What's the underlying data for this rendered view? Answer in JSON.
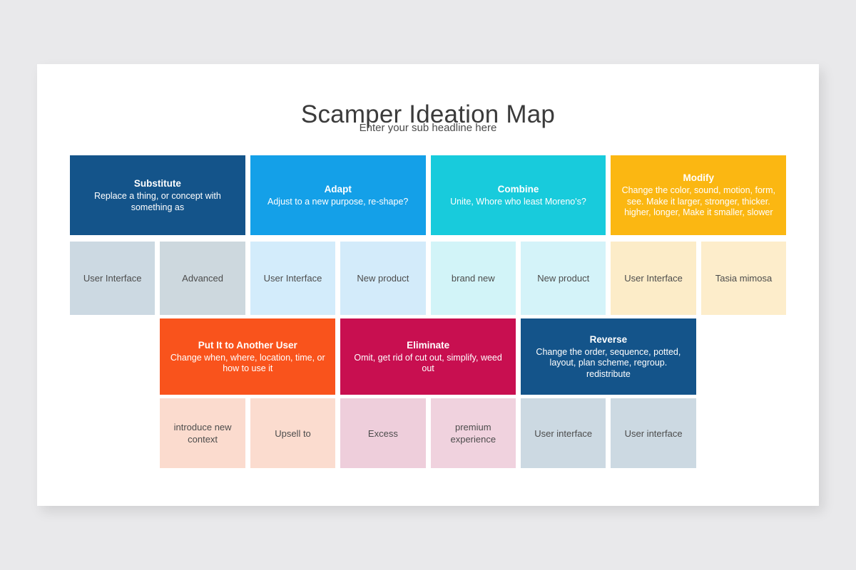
{
  "slide": {
    "title": "Scamper Ideation Map",
    "subtitle": "Enter your sub headline here",
    "background_color": "#e9e9eb",
    "card_color": "#ffffff"
  },
  "categories_row1": [
    {
      "name": "substitute",
      "title": "Substitute",
      "description": "Replace a thing, or concept with something as",
      "color": "#14548a",
      "col_start": 1,
      "col_span": 2
    },
    {
      "name": "adapt",
      "title": "Adapt",
      "description": "Adjust to a new purpose, re-shape?",
      "color": "#14a0e8",
      "col_start": 3,
      "col_span": 2
    },
    {
      "name": "combine",
      "title": "Combine",
      "description": "Unite, Whore who least Moreno's?",
      "color": "#18cbdc",
      "col_start": 5,
      "col_span": 2
    },
    {
      "name": "modify",
      "title": "Modify",
      "description": "Change the color, sound, motion, form, see. Make it larger, stronger, thicker. higher, longer, Make it smaller, slower",
      "color": "#fbb712",
      "col_start": 7,
      "col_span": 2
    }
  ],
  "ideas_row2": [
    {
      "name": "idea-user-interface-1",
      "label": "User Interface",
      "color": "#ccd9e2",
      "col": 1
    },
    {
      "name": "idea-advanced",
      "label": "Advanced",
      "color": "#cdd8de",
      "col": 2
    },
    {
      "name": "idea-user-interface-2",
      "label": "User Interface",
      "color": "#d3ecfb",
      "col": 3
    },
    {
      "name": "idea-new-product-1",
      "label": "New product",
      "color": "#d3ebfa",
      "col": 4
    },
    {
      "name": "idea-brand-new",
      "label": "brand new",
      "color": "#d2f4f8",
      "col": 5
    },
    {
      "name": "idea-new-product-2",
      "label": "New product",
      "color": "#d4f3f9",
      "col": 6
    },
    {
      "name": "idea-user-interface-3",
      "label": "User Interface",
      "color": "#fcecc8",
      "col": 7
    },
    {
      "name": "idea-tasia-mimosa",
      "label": "Tasia mimosa",
      "color": "#fdedcb",
      "col": 8
    }
  ],
  "categories_row3": [
    {
      "name": "put-it-to-another-user",
      "title": "Put It to Another User",
      "description": "Change when, where, location, time, or how to use it",
      "color": "#f9531c",
      "col_start": 2,
      "col_span": 2
    },
    {
      "name": "eliminate",
      "title": "Eliminate",
      "description": "Omit, get rid of cut out, simplify, weed out",
      "color": "#c80f50",
      "col_start": 4,
      "col_span": 2
    },
    {
      "name": "reverse",
      "title": "Reverse",
      "description": "Change the order, sequence, potted, layout, plan scheme, regroup. redistribute",
      "color": "#14548a",
      "col_start": 6,
      "col_span": 2
    }
  ],
  "ideas_row4": [
    {
      "name": "idea-introduce-new-context",
      "label": "introduce new context",
      "color": "#fbdbce",
      "col": 2
    },
    {
      "name": "idea-upsell-to",
      "label": "Upsell to",
      "color": "#fbdccf",
      "col": 3
    },
    {
      "name": "idea-excess",
      "label": "Excess",
      "color": "#eecedb",
      "col": 4
    },
    {
      "name": "idea-premium-experience",
      "label": "premium experience",
      "color": "#f0d2de",
      "col": 5
    },
    {
      "name": "idea-user-interface-4",
      "label": "User interface",
      "color": "#ccd9e2",
      "col": 6
    },
    {
      "name": "idea-user-interface-5",
      "label": "User interface",
      "color": "#ccd9e2",
      "col": 7
    }
  ]
}
